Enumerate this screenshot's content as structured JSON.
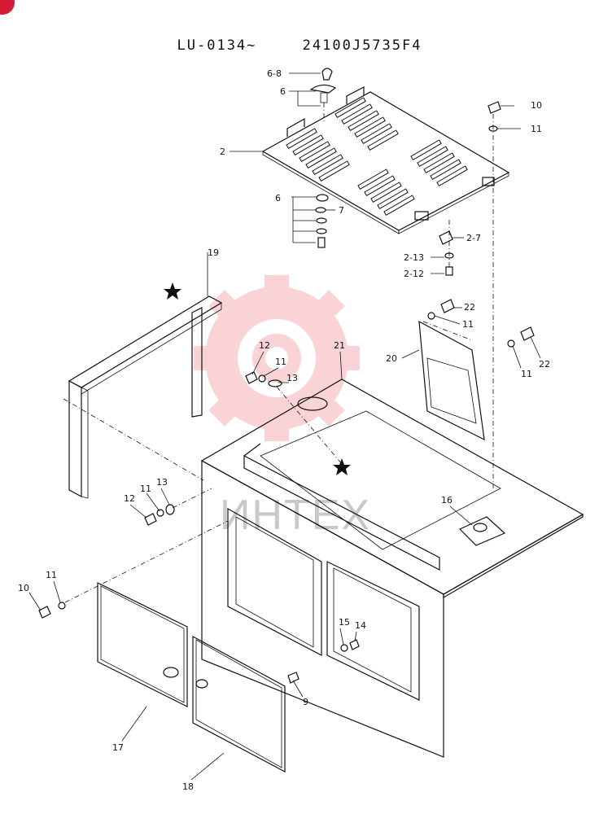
{
  "header": {
    "serial_range": "LU-0134~",
    "part_number": "24100J5735F4"
  },
  "watermark": {
    "text": "ИНТЕХ",
    "color": "#f2a0a6"
  },
  "callouts": [
    {
      "id": "c-6-8",
      "text": "6-8"
    },
    {
      "id": "c-6a",
      "text": "6"
    },
    {
      "id": "c-10a",
      "text": "10"
    },
    {
      "id": "c-11a",
      "text": "11"
    },
    {
      "id": "c-2",
      "text": "2"
    },
    {
      "id": "c-6b",
      "text": "6"
    },
    {
      "id": "c-7",
      "text": "7"
    },
    {
      "id": "c-2-7",
      "text": "2-7"
    },
    {
      "id": "c-2-13",
      "text": "2-13"
    },
    {
      "id": "c-2-12",
      "text": "2-12"
    },
    {
      "id": "c-19",
      "text": "19"
    },
    {
      "id": "c-22a",
      "text": "22"
    },
    {
      "id": "c-11b",
      "text": "11"
    },
    {
      "id": "c-21",
      "text": "21"
    },
    {
      "id": "c-12a",
      "text": "12"
    },
    {
      "id": "c-11c",
      "text": "11"
    },
    {
      "id": "c-13a",
      "text": "13"
    },
    {
      "id": "c-20",
      "text": "20"
    },
    {
      "id": "c-11d",
      "text": "11"
    },
    {
      "id": "c-22b",
      "text": "22"
    },
    {
      "id": "c-16",
      "text": "16"
    },
    {
      "id": "c-12b",
      "text": "12"
    },
    {
      "id": "c-11e",
      "text": "11"
    },
    {
      "id": "c-13b",
      "text": "13"
    },
    {
      "id": "c-11f",
      "text": "11"
    },
    {
      "id": "c-10b",
      "text": "10"
    },
    {
      "id": "c-15",
      "text": "15"
    },
    {
      "id": "c-14",
      "text": "14"
    },
    {
      "id": "c-9",
      "text": "9"
    },
    {
      "id": "c-17",
      "text": "17"
    },
    {
      "id": "c-18",
      "text": "18"
    }
  ]
}
